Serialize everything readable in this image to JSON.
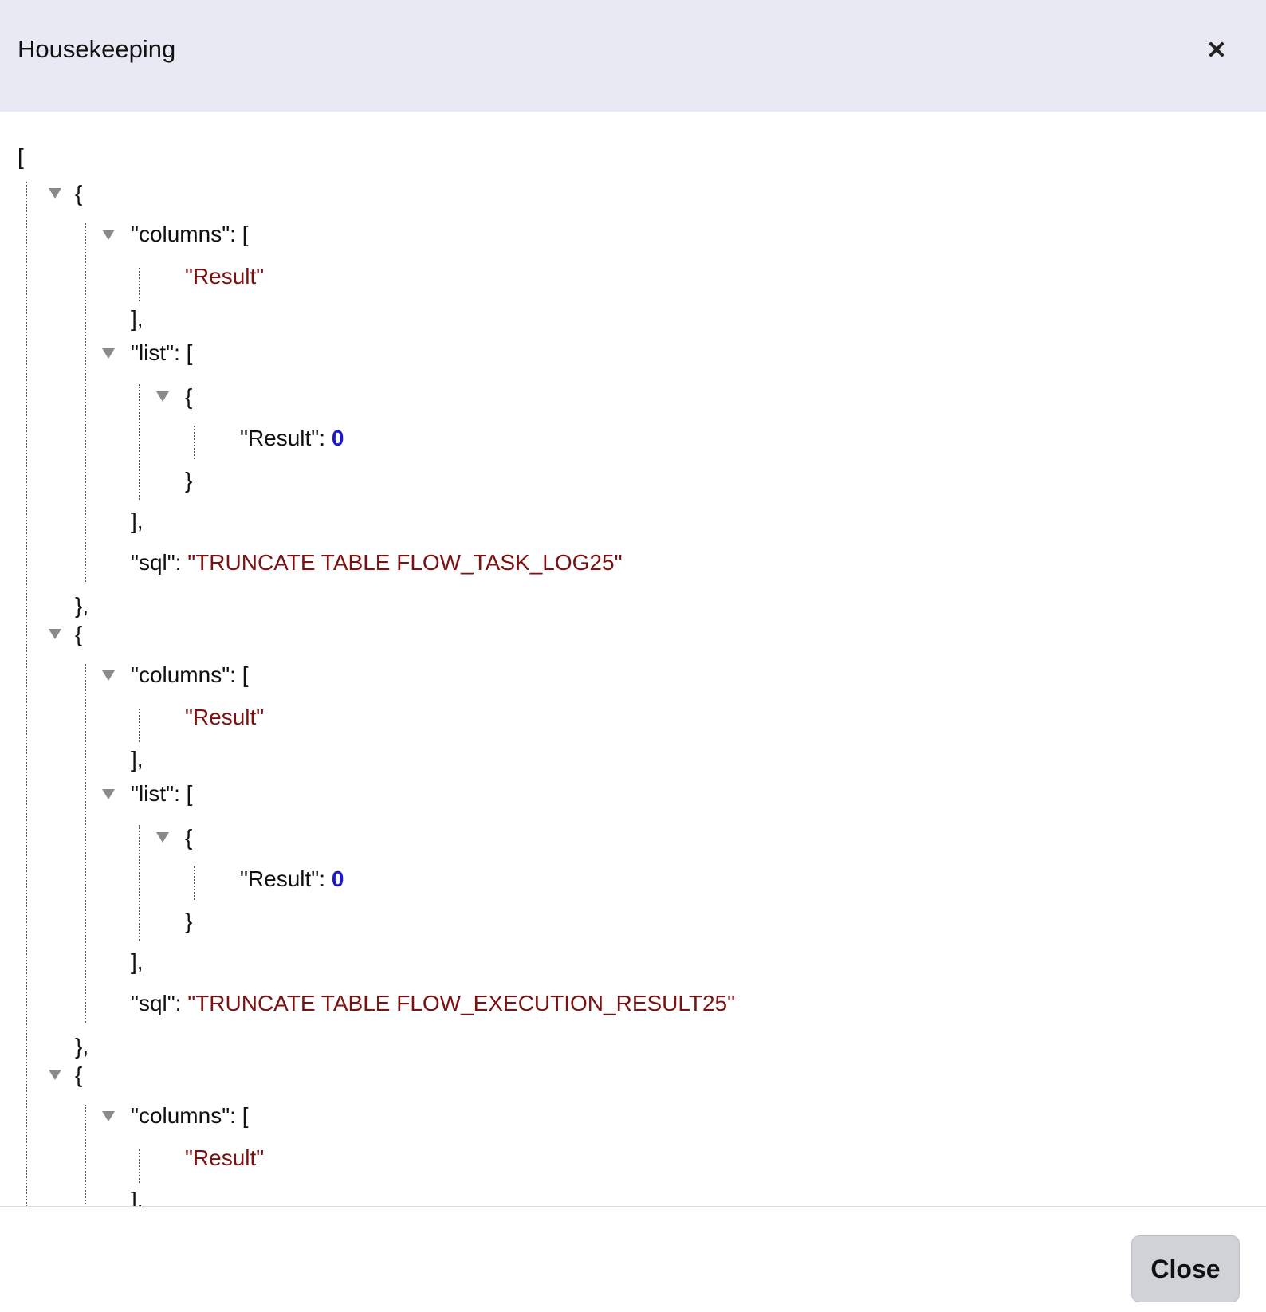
{
  "dialog": {
    "title": "Housekeeping",
    "close_icon": "close-icon",
    "footer": {
      "close_label": "Close"
    }
  },
  "json_view": {
    "open_bracket": "[",
    "items": [
      {
        "open": "{",
        "columns_key": "\"columns\"",
        "columns_values": [
          "\"Result\""
        ],
        "list_key": "\"list\"",
        "list_rows": [
          {
            "key": "\"Result\"",
            "value": "0"
          }
        ],
        "sql_key": "\"sql\"",
        "sql_value": "\"TRUNCATE TABLE FLOW_TASK_LOG25\"",
        "close": "},"
      },
      {
        "open": "{",
        "columns_key": "\"columns\"",
        "columns_values": [
          "\"Result\""
        ],
        "list_key": "\"list\"",
        "list_rows": [
          {
            "key": "\"Result\"",
            "value": "0"
          }
        ],
        "sql_key": "\"sql\"",
        "sql_value": "\"TRUNCATE TABLE FLOW_EXECUTION_RESULT25\"",
        "close": "},"
      },
      {
        "open": "{",
        "columns_key": "\"columns\"",
        "columns_values": [
          "\"Result\""
        ]
      }
    ]
  }
}
